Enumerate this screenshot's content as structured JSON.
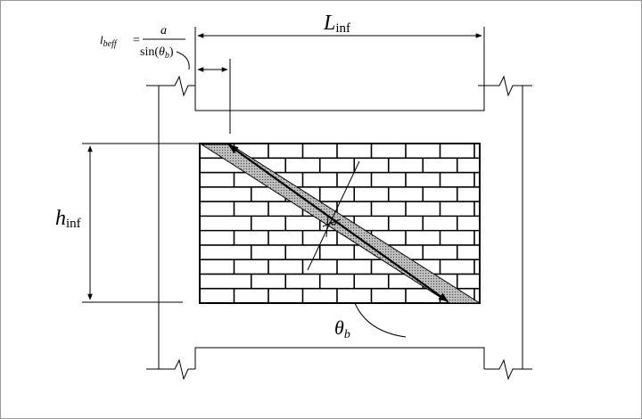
{
  "labels": {
    "length_symbol": "L",
    "length_subscript": "inf",
    "height_symbol": "h",
    "height_subscript": "inf",
    "angle_symbol": "θ",
    "angle_subscript": "b",
    "effective_width": {
      "lhs_symbol": "l",
      "lhs_subscript": "beff",
      "equals": "=",
      "numerator": "a",
      "denominator_prefix": "sin(",
      "denominator_symbol": "θ",
      "denominator_subscript": "b",
      "denominator_suffix": ")"
    }
  },
  "colors": {
    "line": "#000000",
    "strut_fill": "#a6a6a6",
    "background": "#ffffff",
    "border": "#9a9a9a"
  }
}
